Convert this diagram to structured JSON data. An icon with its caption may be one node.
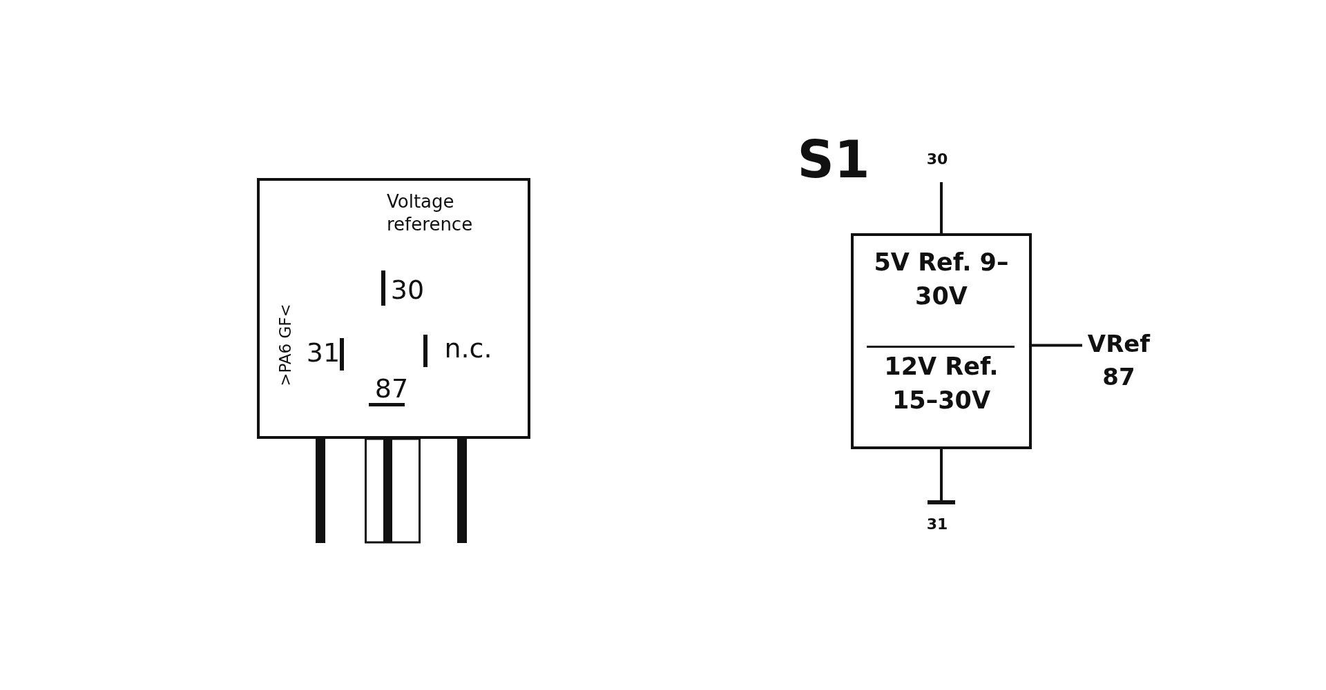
{
  "diagram": {
    "nodes": [
      {
        "text": [
          "Voltage reference"
        ]
      },
      {
        "text": [
          "30"
        ]
      },
      {
        "text": [
          "5V Ref. 9–30V",
          "12V Ref. 15–30V"
        ]
      },
      {
        "text": [
          "VRef 87"
        ]
      },
      {
        "text": [
          "31"
        ]
      }
    ],
    "edges": [
      {
        "from": 2,
        "to": 1,
        "arrow": "none"
      },
      {
        "from": 2,
        "to": 3,
        "arrow": "none"
      },
      {
        "from": 2,
        "to": 4,
        "arrow": "other"
      }
    ],
    "labels": [
      ">PA6 GF<",
      "30",
      "31",
      "n.c.",
      "87",
      "S1"
    ]
  }
}
